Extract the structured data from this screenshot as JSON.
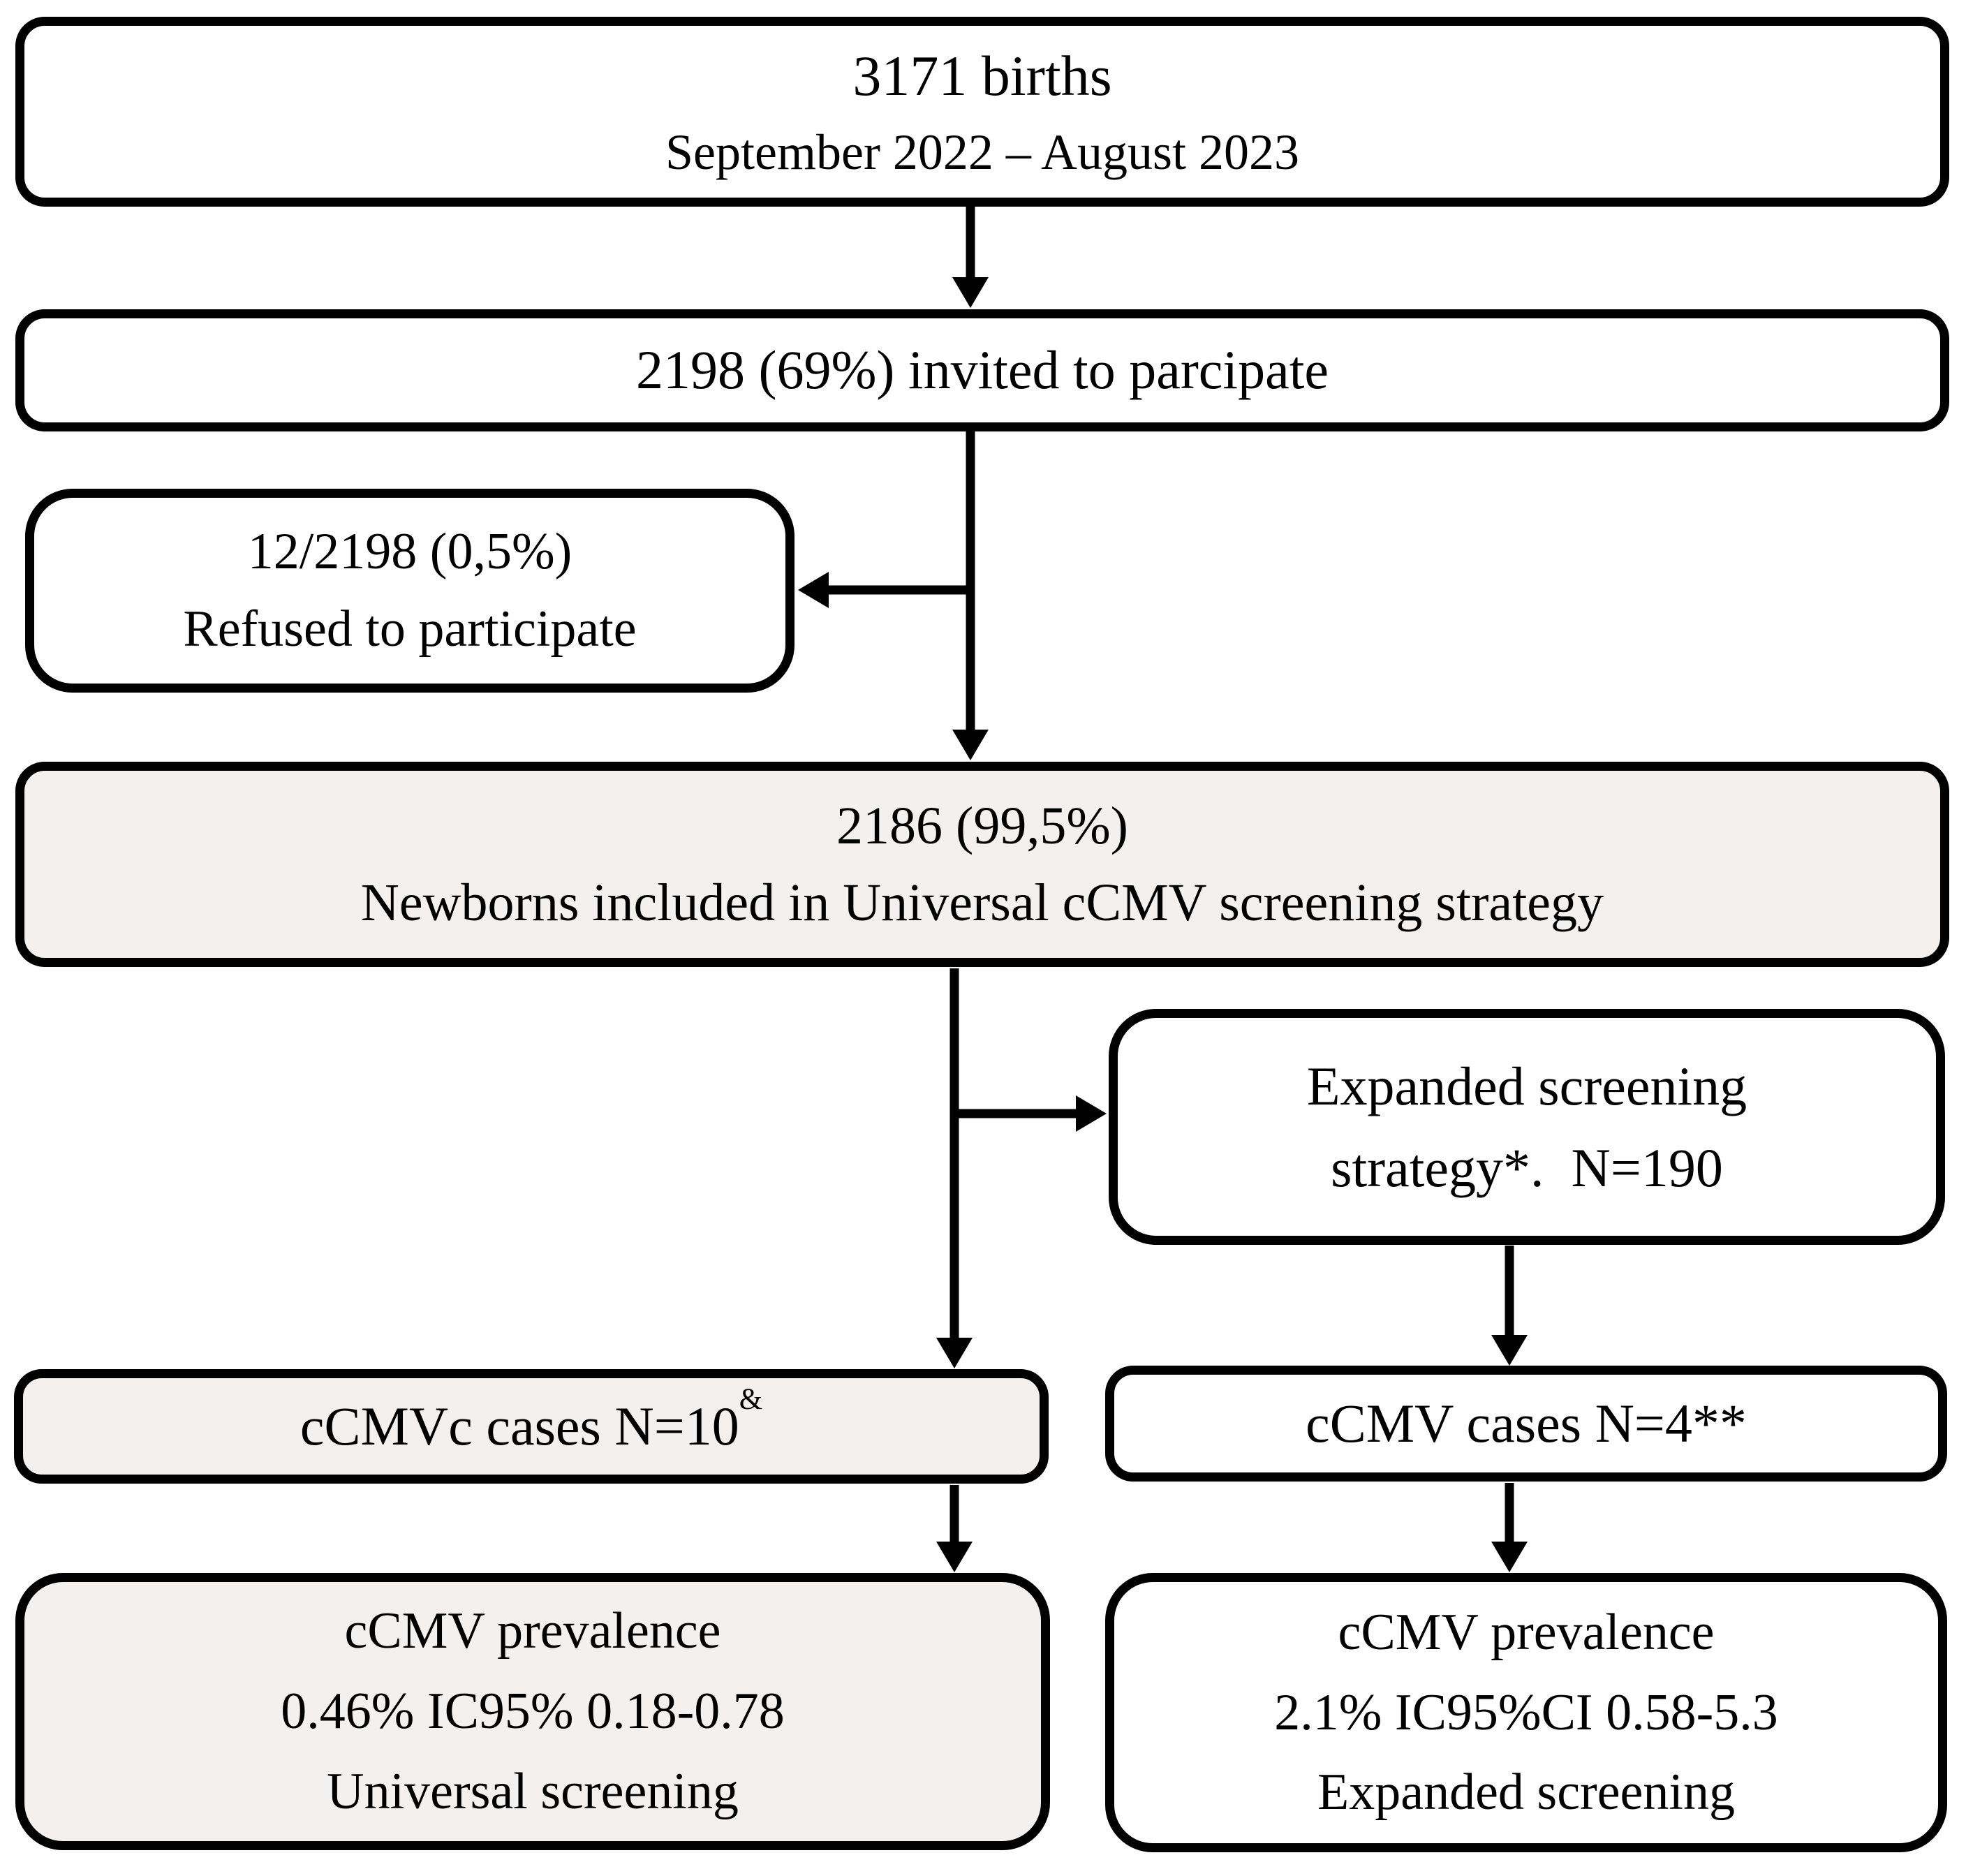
{
  "figure": {
    "background": "#ffffff",
    "stroke_color": "#000000",
    "highlight_fill": "#f2f1ef",
    "default_fill": "#ffffff"
  },
  "boxes": {
    "births": {
      "line1": "3171 births",
      "line2": "September 2022 – August 2023"
    },
    "invited": {
      "text": "2198 (69%) invited to parcipate"
    },
    "refused": {
      "line1": "12/2198 (0,5%)",
      "line2": "Refused to participate"
    },
    "included": {
      "line1": "2186 (99,5%)",
      "line2": "Newborns included in Universal cCMV screening strategy"
    },
    "expanded": {
      "line1": "Expanded screening",
      "line2": "strategy*.  N=190"
    },
    "cases_universal": {
      "text": "cCMVc cases N=10",
      "sup": "&"
    },
    "cases_expanded": {
      "text": "cCMV cases N=4**"
    },
    "prevalence_universal": {
      "line1": "cCMV prevalence",
      "line2": "0.46% IC95% 0.18-0.78",
      "line3": "Universal screening"
    },
    "prevalence_expanded": {
      "line1": "cCMV prevalence",
      "line2": "2.1% IC95%CI 0.58-5.3",
      "line3": "Expanded screening"
    }
  }
}
